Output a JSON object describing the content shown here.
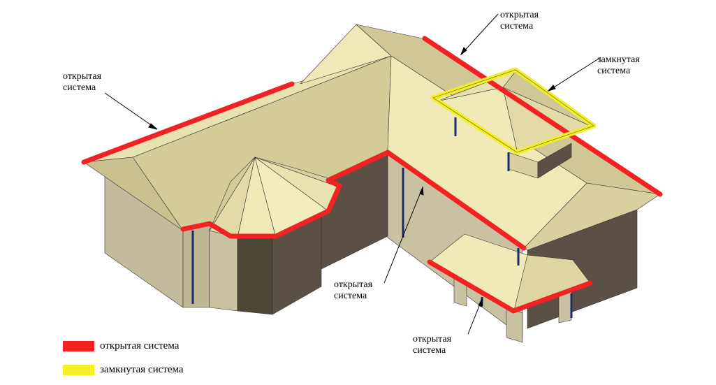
{
  "colors": {
    "open_system": "#f22222",
    "closed_system": "#f2f022",
    "downpipe": "#1a2a6a"
  },
  "callouts": [
    {
      "line1": "открытая",
      "line2": "система"
    },
    {
      "line1": "открытая",
      "line2": "система"
    },
    {
      "line1": "замкнутая",
      "line2": "система"
    },
    {
      "line1": "открытая",
      "line2": "система"
    },
    {
      "line1": "открытая",
      "line2": "система"
    }
  ],
  "legend": [
    {
      "label": "открытая система"
    },
    {
      "label": "замкнутая система"
    }
  ]
}
